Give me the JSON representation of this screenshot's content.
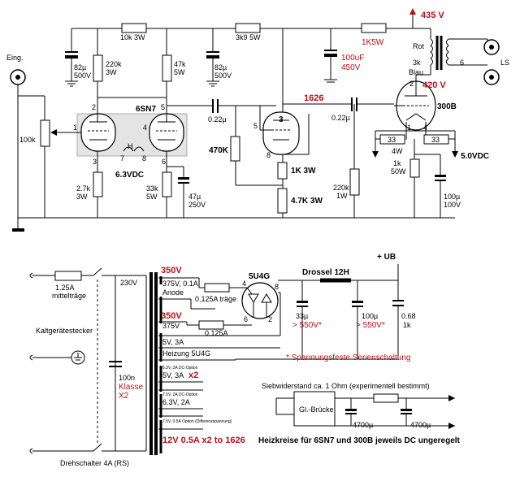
{
  "upper": {
    "b_plus_arrow": "435 V",
    "voltage_420": "420 V",
    "resistors": {
      "r_10k": "10k 3W",
      "r_3k9": "3k9 5W",
      "r_1k5": "1K5W",
      "r_220k": "220k",
      "r_220k_w": "3W",
      "r_47k": "47k",
      "r_47k_w": "5W",
      "r_100k": "100k",
      "r_2k7": "2.7k",
      "r_2k7_w": "3W",
      "r_33k": "33k",
      "r_33k_w": "5W",
      "r_470k": "470K",
      "r_1k3w": "1K 3W",
      "r_4k7": "4.7K 3W",
      "r_220k_1w": "220k",
      "r_220k_1w_w": "1W",
      "r_1k50w": "1k",
      "r_1k50w_w": "50W",
      "hum_33a": "33",
      "hum_33b": "33",
      "hum_4w": "4W"
    },
    "caps": {
      "c_82u_a": "82µ",
      "c_82u_a_v": "500V",
      "c_82u_b": "82µ",
      "c_82u_b_v": "500V",
      "c_100uf": "100uF",
      "c_100uf_v": "450V",
      "c_022a": "0.22µ",
      "c_022b": "0.22µ",
      "c_47u": "47µ",
      "c_47u_v": "250V",
      "c_100u": "100µ",
      "c_100u_v": "100V"
    },
    "labels": {
      "input": "Eing.",
      "tube_6sn7": "6SN7",
      "tube_1626": "1626",
      "tube_300b": "300B",
      "heater": "6.3VDC",
      "heater_h": "H",
      "dc5v": "5.0VDC",
      "rot": "Rot",
      "blau": "Blau",
      "ot_3k": "3k",
      "ot_6": "6",
      "ls": "LS"
    },
    "pins": {
      "p1": "1",
      "p2": "2",
      "p3": "3",
      "p4": "4",
      "p5": "5",
      "p6": "6",
      "p7": "7",
      "p8": "8",
      "q3": "3",
      "q5": "5",
      "q8": "8",
      "b2": "2",
      "b1": "1",
      "b4": "4"
    }
  },
  "psu": {
    "fuse": "1.25A",
    "fuse_type": "mittelträge",
    "kaltgeraete": "Kaltgerätestecker",
    "switch": "Drehschalter 4A (RS)",
    "primary": "230V",
    "cap_x2": "100n",
    "cap_x2_class": "Klasse",
    "cap_x2_type": "X2",
    "sec_350a": "350V",
    "sec_375a": "375V, 0.1A",
    "sec_anode": "Anode",
    "sec_350b": "350V",
    "sec_375b": "375V",
    "r_0125_traege": "0.125A träge",
    "r_0125": "0.125A",
    "sec_5v": "5V, 3A",
    "sec_heizung": "Heizung 5U4G",
    "sec_5v_b": "5V, 3A",
    "sec_x2": "x2",
    "sec_63": "6.3V, 2A",
    "sec_12v": "12V 0.5A x2 to 1626",
    "tiny_a": "6.3V, 2A DC-Option",
    "tiny_b": "7.5V, 2A DC-Option",
    "tiny_c": "7.5V, 0.5A Option (Differenzspannung)",
    "rectifier": "5U4G",
    "rect_p4": "4",
    "rect_p8": "8",
    "rect_p6": "6",
    "rect_p2": "2",
    "choke": "Drossel 12H",
    "ub": "+ UB",
    "c_33": "33µ",
    "c_33_v": "> 550V*",
    "c_100": "100µ",
    "c_100_v": "> 550V*",
    "c_068": "0.68",
    "c_068_v": "1k",
    "series_note": "* Spannungsfeste Serienschaltung",
    "sieb": "Siebwiderstand ca. 1 Ohm (experimentell bestimmt)",
    "bridge": "Gl.-Brücke",
    "c_4700a": "4700µ",
    "c_4700b": "4700µ",
    "heiz_note": "Heizkreise für 6SN7 und 300B jeweils DC ungeregelt"
  }
}
